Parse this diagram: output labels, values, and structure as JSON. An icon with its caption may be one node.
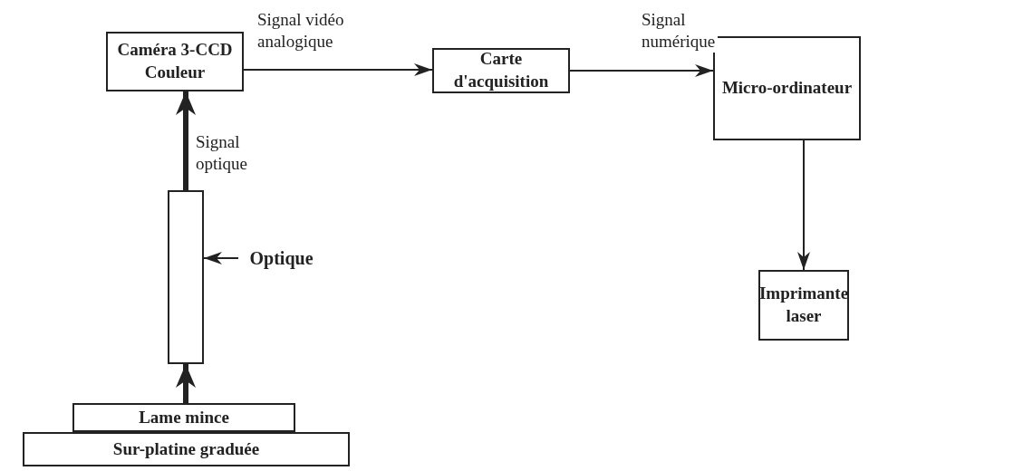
{
  "diagram": {
    "nodes": [
      {
        "text": [
          "Caméra 3-CCD Couleur"
        ]
      },
      {
        "text": [
          "Carte d'acquisition"
        ]
      },
      {
        "text": [
          "Micro-ordinateur"
        ]
      },
      {
        "text": [
          "Imprimante laser"
        ]
      },
      {
        "text": [],
        "shape": "box"
      },
      {
        "text": [
          "Optique"
        ]
      },
      {
        "text": [
          "Lame mince"
        ]
      },
      {
        "text": [
          "Sur-platine graduée"
        ]
      }
    ],
    "edges": [
      {
        "from": 0,
        "to": 1,
        "arrow": "to",
        "label": "Signal vidéo analogique"
      },
      {
        "from": 1,
        "to": 2,
        "arrow": "to",
        "label": "Signal numérique"
      },
      {
        "from": 2,
        "to": 3,
        "arrow": "to"
      },
      {
        "from": 4,
        "to": 0,
        "arrow": "to",
        "label": "Signal optique",
        "style": "thick"
      },
      {
        "from": 6,
        "to": 4,
        "arrow": "to",
        "style": "thick"
      },
      {
        "from": 5,
        "to": 4,
        "arrow": "to"
      }
    ]
  }
}
